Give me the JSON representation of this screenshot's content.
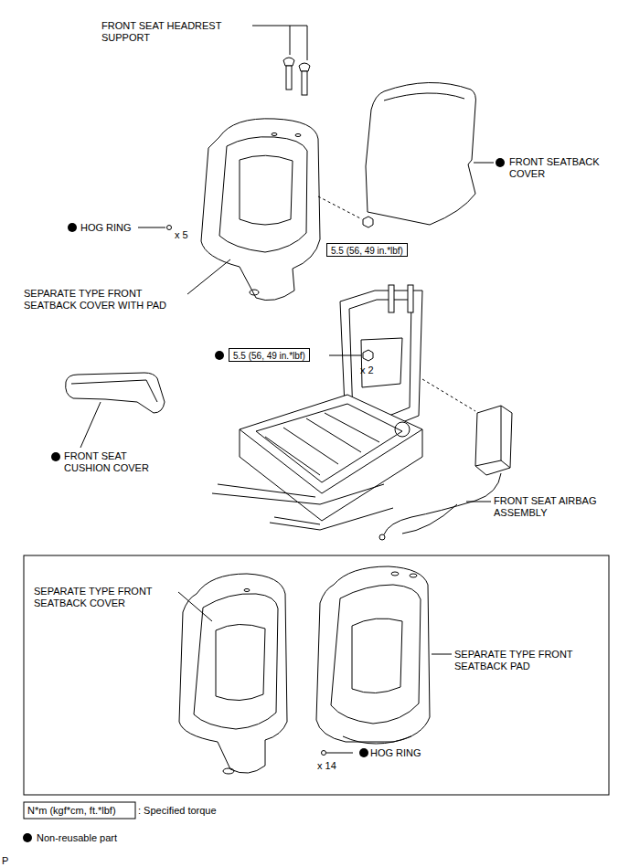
{
  "diagram": {
    "nodes": [
      {
        "text": [
          "5.5 (56, 49 in.*lbf)"
        ]
      },
      {
        "text": [
          "5.5 (56, 49 in.*lbf)"
        ]
      }
    ],
    "labels": [
      "FRONT SEAT HEADREST SUPPORT",
      "FRONT SEATBACK COVER",
      "HOG RING",
      "x 5",
      "SEPARATE TYPE FRONT SEATBACK COVER WITH PAD",
      "x 2",
      "FRONT SEAT CUSHION COVER",
      "FRONT SEAT AIRBAG ASSEMBLY",
      "SEPARATE TYPE FRONT SEATBACK COVER",
      "SEPARATE TYPE FRONT SEATBACK PAD",
      "x 14",
      "HOG RING",
      "N*m (kgf*cm, ft.*lbf)",
      "P"
    ],
    "legend": [
      {
        "text": ": Specified torque"
      },
      {
        "text": "Non-reusable part"
      }
    ]
  }
}
